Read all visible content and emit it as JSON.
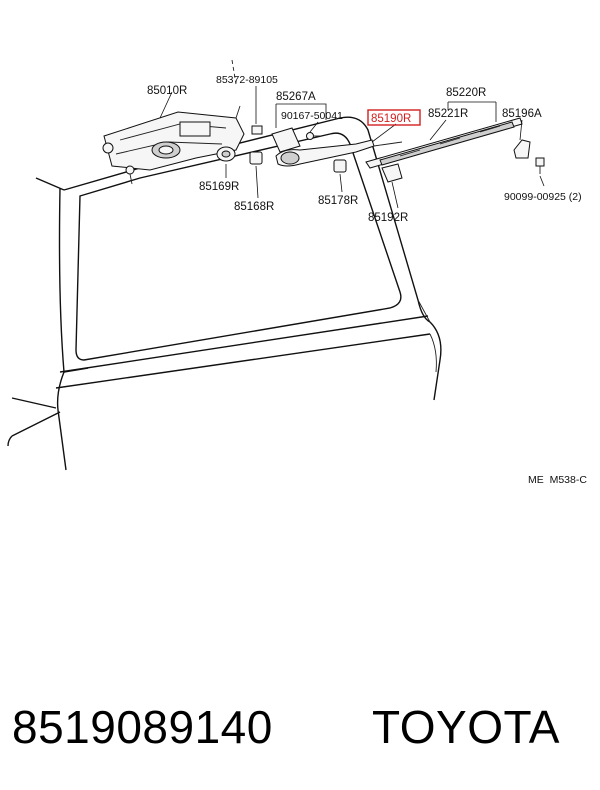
{
  "labels": {
    "motor": "85010R",
    "screw_top": "85372-89105",
    "cap": "85267A",
    "bolt": "90167-50041",
    "arm_highlight": "85190R",
    "blade": "85220R",
    "insert": "85221R",
    "nozzle": "85196A",
    "pin": "90099-00925 (2)",
    "bushing": "85169R",
    "nut": "85168R",
    "washer": "85178R",
    "cover": "85192R",
    "ref_code": "ME  M538-C"
  },
  "footer": {
    "part_number": "8519089140",
    "brand": "TOYOTA"
  },
  "colors": {
    "highlight": "#d21e1e",
    "ink": "#111111",
    "background": "#ffffff"
  }
}
